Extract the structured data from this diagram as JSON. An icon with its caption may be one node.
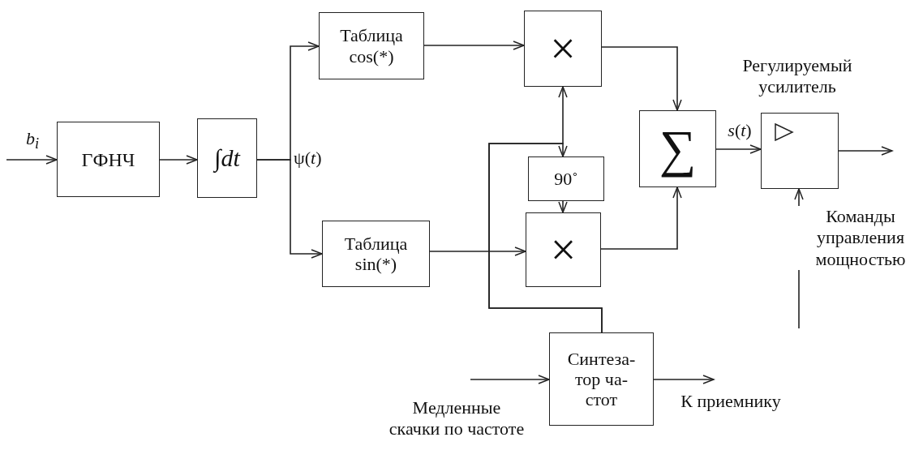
{
  "diagram": {
    "nodes": [
      {
        "text": [
          "ГФНЧ"
        ]
      },
      {
        "text": [
          "∫*dt*"
        ]
      },
      {
        "text": [
          "Таблица cos(*)"
        ]
      },
      {
        "text": [
          "Таблица sin(*)"
        ]
      },
      {
        "text": [
          "×"
        ]
      },
      {
        "text": [
          "90˚"
        ]
      },
      {
        "text": [
          "×"
        ]
      },
      {
        "text": [
          "∑"
        ]
      },
      {
        "text": [],
        "shape": "box",
        "beside": [
          "Регулируемый усилитель"
        ]
      },
      {
        "text": [
          "Синтеза- тор ча- стот"
        ]
      }
    ],
    "edges": [
      {
        "from": null,
        "to": 0,
        "arrow": "to",
        "label": "b$_{i}$"
      },
      {
        "from": 0,
        "to": 1,
        "arrow": "to"
      },
      {
        "from": 1,
        "to": 2,
        "arrow": "to"
      },
      {
        "from": 1,
        "to": 3,
        "arrow": "to"
      },
      {
        "from": 2,
        "to": 4,
        "arrow": "to"
      },
      {
        "from": 3,
        "to": 6,
        "arrow": "to"
      },
      {
        "from": 9,
        "to": 4,
        "arrow": "to"
      },
      {
        "from": 9,
        "to": 5,
        "arrow": "to"
      },
      {
        "from": 5,
        "to": 6,
        "arrow": "to"
      },
      {
        "from": 4,
        "to": 7,
        "arrow": "to"
      },
      {
        "from": 6,
        "to": 7,
        "arrow": "to"
      },
      {
        "from": 7,
        "to": 8,
        "arrow": "to",
        "label": "*s*(*t*)"
      },
      {
        "from": 8,
        "to": null,
        "arrow": "to"
      },
      {
        "from": null,
        "to": 8,
        "arrow": "to",
        "label": "Команды управления мощностью"
      },
      {
        "from": null,
        "to": 9,
        "arrow": "to",
        "label": "Медленные скачки по частоте"
      },
      {
        "from": 9,
        "to": null,
        "arrow": "to",
        "label": "К приемнику"
      }
    ],
    "labels": [
      "ψ(*t*)"
    ]
  }
}
